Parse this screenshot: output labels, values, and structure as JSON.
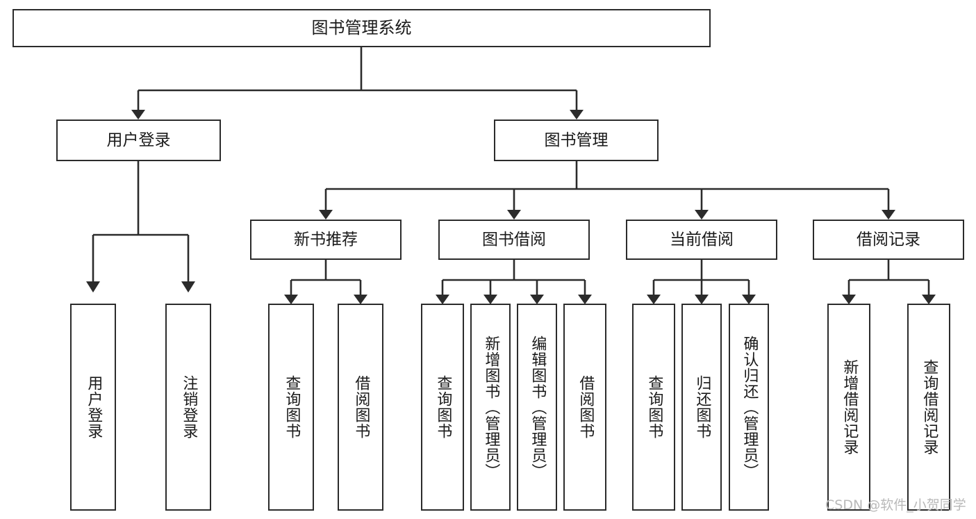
{
  "diagram": {
    "title": "图书管理系统",
    "type": "tree-hierarchy-chart",
    "watermark": "CSDN @软件_小贺同学",
    "colors": {
      "stroke": "#2b2b2b",
      "fill": "#ffffff",
      "text": "#1a1a1a",
      "watermark": "#b9b9b9"
    },
    "nodes": {
      "root": {
        "label": "图书管理系统"
      },
      "level2": [
        {
          "label": "用户登录"
        },
        {
          "label": "图书管理"
        }
      ],
      "level3": [
        {
          "label": "新书推荐"
        },
        {
          "label": "图书借阅"
        },
        {
          "label": "当前借阅"
        },
        {
          "label": "借阅记录"
        }
      ],
      "leaves": [
        {
          "label": "用户登录"
        },
        {
          "label": "注销登录"
        },
        {
          "label": "查询图书"
        },
        {
          "label": "借阅图书"
        },
        {
          "label": "查询图书"
        },
        {
          "label": "新增图书（管理员）"
        },
        {
          "label": "编辑图书（管理员）"
        },
        {
          "label": "借阅图书"
        },
        {
          "label": "查询图书"
        },
        {
          "label": "归还图书"
        },
        {
          "label": "确认归还（管理员）"
        },
        {
          "label": "新增借阅记录"
        },
        {
          "label": "查询借阅记录"
        }
      ]
    }
  }
}
